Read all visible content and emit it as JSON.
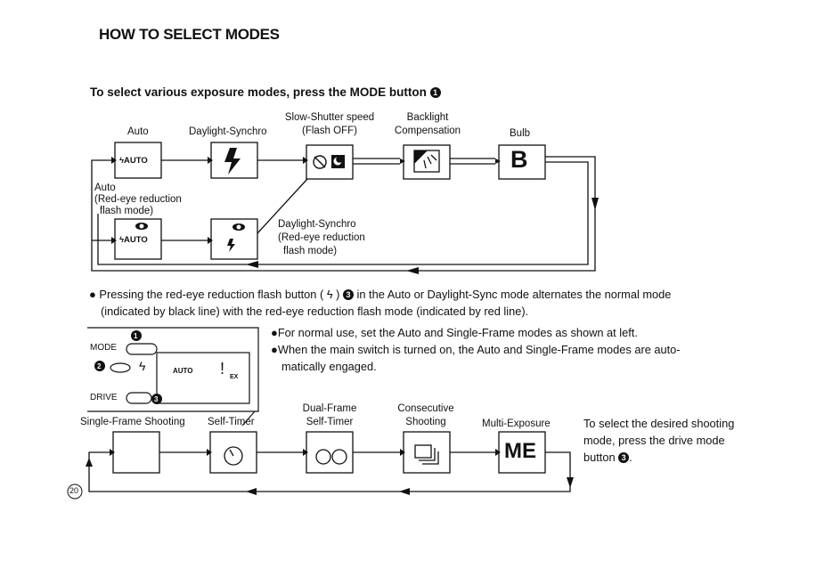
{
  "title": "HOW TO SELECT MODES",
  "exposure": {
    "heading": "To select various exposure modes, press the MODE button",
    "heading_ref": "1",
    "modes": {
      "auto": "Auto",
      "daylight_synchro": "Daylight-Synchro",
      "slow_shutter_l1": "Slow-Shutter speed",
      "slow_shutter_l2": "(Flash OFF)",
      "backlight_l1": "Backlight",
      "backlight_l2": "Compensation",
      "bulb": "Bulb",
      "auto_redeye_l1": "Auto",
      "auto_redeye_l2": "(Red-eye reduction",
      "auto_redeye_l3": "flash mode)",
      "daylight_redeye_l1": "Daylight-Synchro",
      "daylight_redeye_l2": "(Red-eye reduction",
      "daylight_redeye_l3": "flash mode)"
    },
    "icons": {
      "auto": "AUTO",
      "bulb": "B"
    },
    "note_l1a": "Pressing the red-eye reduction flash button (",
    "note_l1b": ")",
    "note_ref": "3",
    "note_l1c": "in the Auto or Daylight-Sync mode alternates the normal mode",
    "note_l2": "(indicated by black line) with the red-eye reduction flash mode (indicated by red line)."
  },
  "camera_panel": {
    "mode_label": "MODE",
    "drive_label": "DRIVE",
    "lcd_auto": "AUTO",
    "lcd_ex": "EX",
    "ref1": "1",
    "ref2": "2",
    "ref3": "3"
  },
  "normal_use": {
    "b1": "For normal use, set the Auto and Single-Frame modes as shown at left.",
    "b2_l1": "When the main switch is turned on, the Auto and Single-Frame modes are auto-",
    "b2_l2": "matically engaged."
  },
  "drive": {
    "single_frame": "Single-Frame Shooting",
    "self_timer": "Self-Timer",
    "dual_l1": "Dual-Frame",
    "dual_l2": "Self-Timer",
    "consec_l1": "Consecutive",
    "consec_l2": "Shooting",
    "multi": "Multi-Exposure",
    "me_icon": "ME",
    "instr_l1": "To select the desired shooting",
    "instr_l2": "mode, press the drive mode",
    "instr_l3": "button",
    "instr_ref": "3"
  },
  "page_number": "20"
}
